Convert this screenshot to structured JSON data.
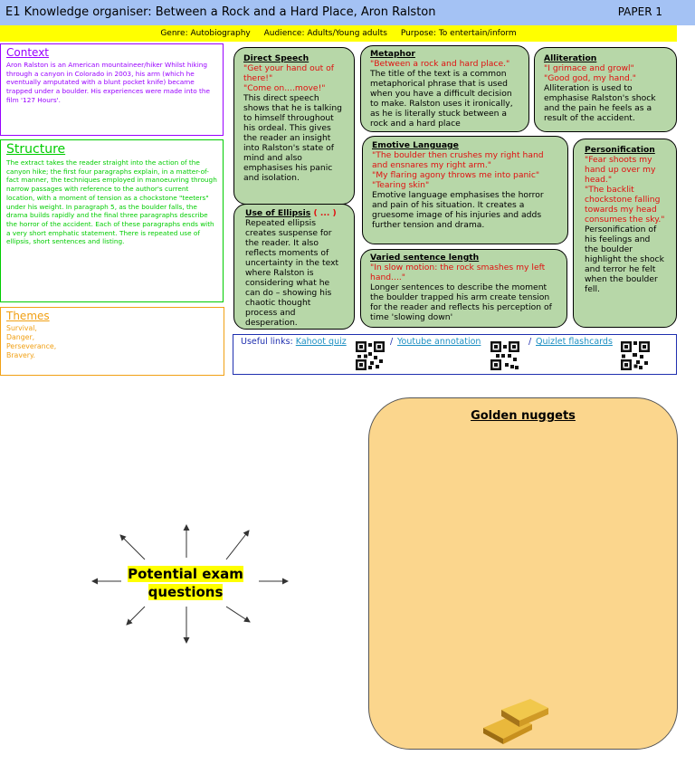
{
  "header": {
    "title": "E1 Knowledge organiser: Between a Rock and a Hard Place, Aron Ralston",
    "paper": "PAPER 1"
  },
  "genre_bar": {
    "genre": "Genre: Autobiography",
    "audience": "Audience: Adults/Young adults",
    "purpose": "Purpose: To entertain/inform"
  },
  "context": {
    "heading": "Context",
    "text": "Aron Ralston is an American mountaineer/hiker Whilst hiking through a canyon in Colorado in 2003, his arm (which he eventually amputated with a blunt pocket knife) became trapped under a boulder. His experiences were made into the film '127 Hours'."
  },
  "structure": {
    "heading": "Structure",
    "text": "The extract takes the reader straight into the action of the canyon hike; the first four paragraphs explain, in a matter-of-fact manner, the techniques employed in manoeuvring through narrow passages with reference to the author's current location, with a moment of tension as a chockstone \"teeters\" under his weight. In paragraph 5, as the boulder falls, the drama builds rapidly and the final three paragraphs describe the horror of the accident. Each of these paragraphs ends with a very short emphatic statement. There is repeated use of ellipsis, short sentences and listing."
  },
  "themes": {
    "heading": "Themes",
    "items": [
      "Survival,",
      "Danger,",
      "Perseverance,",
      "Bravery."
    ]
  },
  "cards": {
    "direct_speech": {
      "heading": "Direct Speech",
      "quote1": "\"Get your hand out of there!\"",
      "quote2": "\"Come on....move!\"",
      "body": "This direct speech shows that he is talking to himself throughout his ordeal. This gives the reader an insight into Ralston's state of mind and also emphasises his panic and isolation."
    },
    "metaphor": {
      "heading": "Metaphor",
      "quote": "\"Between a rock and hard place.\"",
      "body": "The title of the text is a common metaphorical phrase that is used when you have a difficult decision to make. Ralston uses it ironically, as he is literally stuck between a rock and a hard place"
    },
    "alliteration": {
      "heading": "Alliteration",
      "quote1": "\"I grimace and growl\"",
      "quote2": "\"Good god, my hand.\"",
      "body": "Alliteration is used to emphasise Ralston's shock and the pain he feels as a result of the accident."
    },
    "ellipsis": {
      "heading": "Use of Ellipsis",
      "heading_extra": " ( ... )",
      "body": "Repeated ellipsis creates suspense for the reader. It also reflects moments of uncertainty in the text where Ralston is considering what he can do – showing his chaotic thought process and desperation."
    },
    "emotive": {
      "heading": "Emotive Language",
      "quote1": "\"The boulder then crushes my right hand",
      "quote2": "and ensnares my right arm.\"",
      "quote3": "\"My flaring agony throws me into panic\"",
      "quote4": "\"Tearing skin\"",
      "body": "Emotive language emphasises the horror and pain of his situation. It creates a gruesome image of his injuries and adds  further tension and drama."
    },
    "personification": {
      "heading": "Personification",
      "quote1": "\"Fear shoots my hand up over my head.\"",
      "quote2": "\"The backlit chockstone falling towards my head consumes the sky.\"",
      "body": "Personification of his feelings and the boulder highlight the shock and terror he felt when the boulder fell."
    },
    "varied": {
      "heading": "Varied sentence length",
      "quote": "\"In slow motion: the rock smashes my left hand....\"",
      "body": "Longer sentences to describe the moment the boulder trapped his arm create tension for the reader and reflects his perception of time 'slowing down'"
    }
  },
  "links": {
    "label": "Useful links:",
    "kahoot": "Kahoot quiz",
    "sep1": "/",
    "youtube": "Youtube annotation",
    "sep2": "/",
    "quizlet": "Quizlet flashcards"
  },
  "exam": {
    "line1": "Potential exam",
    "line2": "questions"
  },
  "nuggets": {
    "heading": "Golden nuggets"
  },
  "colors": {
    "title_bar": "#a4c2f4",
    "genre_bar": "#ffff00",
    "context": "#9900ff",
    "structure": "#00cc00",
    "themes": "#f1a014",
    "card_fill": "#b7d7a8",
    "quote": "#e01010",
    "links_border": "#1f2faf",
    "nuggets_fill": "#fbd68d"
  },
  "icons": [
    "qr-code-icon",
    "gold-bars-icon",
    "arrow-icon"
  ]
}
